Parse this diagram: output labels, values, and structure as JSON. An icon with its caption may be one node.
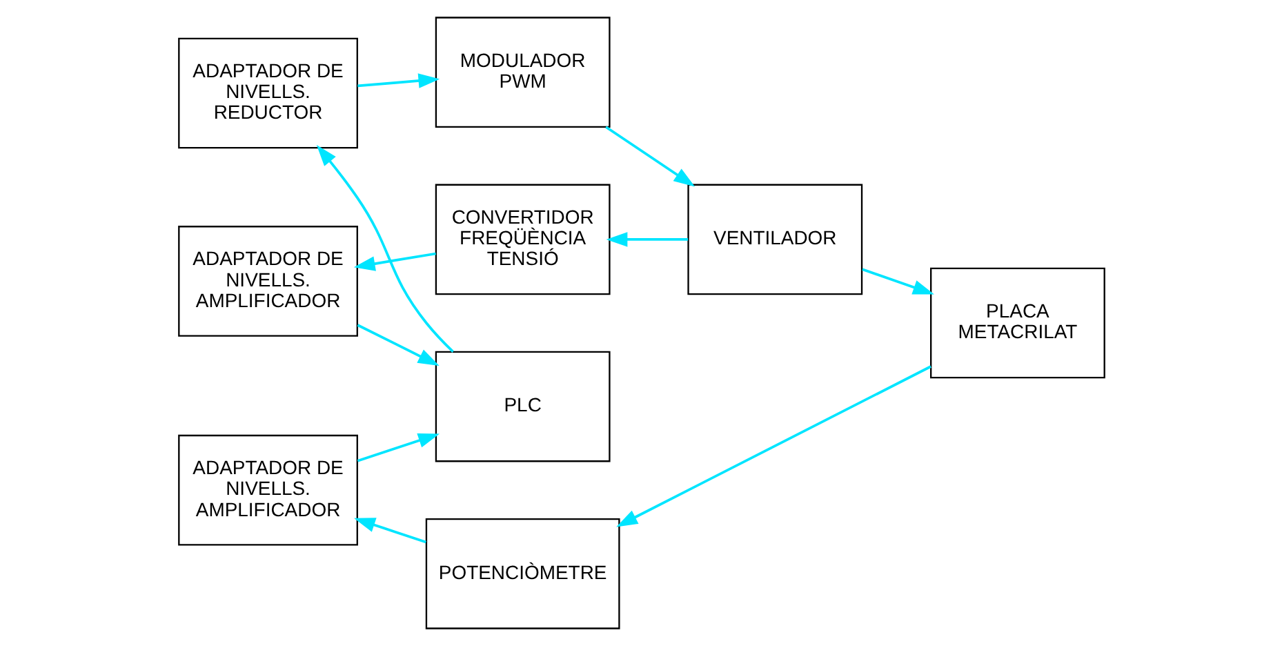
{
  "diagram": {
    "nodes": [
      {
        "text": [
          "ADAPTADOR DE NIVELLS. REDUCTOR"
        ]
      },
      {
        "text": [
          "MODULADOR PWM"
        ]
      },
      {
        "text": [
          "VENTILADOR"
        ]
      },
      {
        "text": [
          "PLC"
        ]
      },
      {
        "text": [
          "ADAPTADOR DE NIVELLS. AMPLIFICADOR"
        ]
      },
      {
        "text": [
          "CONVERTIDOR FREQÜÈNCIA TENSIÓ"
        ]
      },
      {
        "text": [
          "PLACA METACRILAT"
        ]
      },
      {
        "text": [
          "ADAPTADOR DE NIVELLS. AMPLIFICADOR"
        ]
      },
      {
        "text": [
          "POTENCIÒMETRE"
        ]
      }
    ],
    "edges": [
      {
        "from": 3,
        "to": 0,
        "arrow": "to"
      },
      {
        "from": 0,
        "to": 1,
        "arrow": "to"
      },
      {
        "from": 1,
        "to": 2,
        "arrow": "to"
      },
      {
        "from": 2,
        "to": 6,
        "arrow": "to"
      },
      {
        "from": 2,
        "to": 5,
        "arrow": "to"
      },
      {
        "from": 5,
        "to": 4,
        "arrow": "to"
      },
      {
        "from": 4,
        "to": 3,
        "arrow": "to"
      },
      {
        "from": 6,
        "to": 8,
        "arrow": "to"
      },
      {
        "from": 8,
        "to": 7,
        "arrow": "to"
      },
      {
        "from": 7,
        "to": 3,
        "arrow": "to"
      }
    ]
  }
}
